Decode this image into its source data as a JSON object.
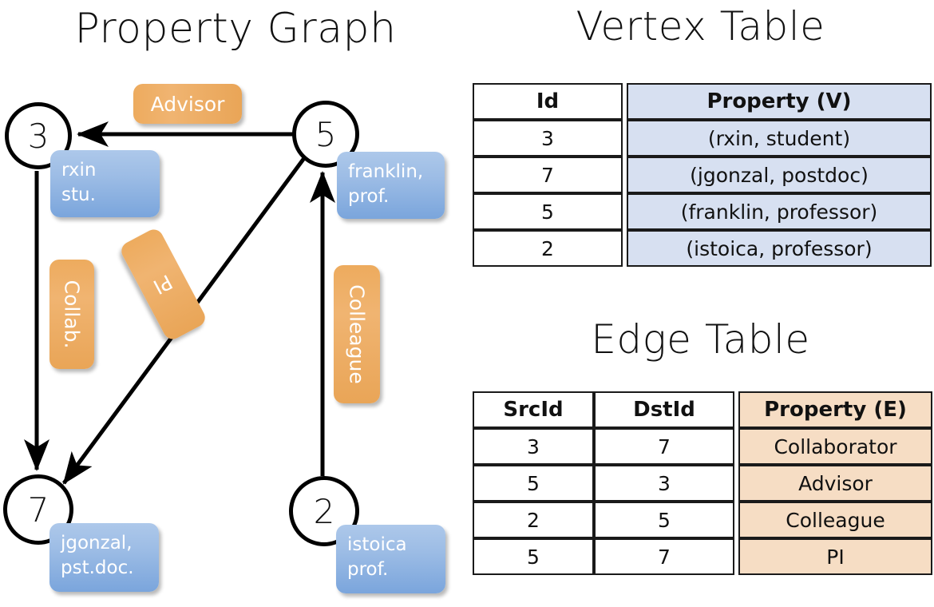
{
  "titles": {
    "graph": "Property Graph",
    "vertex_table": "Vertex Table",
    "edge_table": "Edge Table"
  },
  "graph": {
    "nodes": [
      {
        "id": "3",
        "property_lines": [
          "rxin",
          "stu."
        ]
      },
      {
        "id": "5",
        "property_lines": [
          "franklin,",
          "prof."
        ]
      },
      {
        "id": "7",
        "property_lines": [
          "jgonzal,",
          "pst.doc."
        ]
      },
      {
        "id": "2",
        "property_lines": [
          "istoica",
          "prof."
        ]
      }
    ],
    "edge_labels": [
      {
        "name": "advisor",
        "text": "Advisor"
      },
      {
        "name": "collaborator",
        "text": "Collab."
      },
      {
        "name": "pi",
        "text": "PI"
      },
      {
        "name": "colleague",
        "text": "Colleague"
      }
    ],
    "edges": [
      {
        "src": "5",
        "dst": "3",
        "label": "Advisor"
      },
      {
        "src": "3",
        "dst": "7",
        "label": "Collab."
      },
      {
        "src": "5",
        "dst": "7",
        "label": "PI"
      },
      {
        "src": "2",
        "dst": "5",
        "label": "Colleague"
      }
    ]
  },
  "vertex_table": {
    "headers": [
      "Id",
      "Property (V)"
    ],
    "rows": [
      {
        "id": "3",
        "property": "(rxin, student)"
      },
      {
        "id": "7",
        "property": "(jgonzal, postdoc)"
      },
      {
        "id": "5",
        "property": "(franklin, professor)"
      },
      {
        "id": "2",
        "property": "(istoica, professor)"
      }
    ]
  },
  "edge_table": {
    "headers": [
      "SrcId",
      "DstId",
      "Property (E)"
    ],
    "rows": [
      {
        "src": "3",
        "dst": "7",
        "property": "Collaborator"
      },
      {
        "src": "5",
        "dst": "3",
        "property": "Advisor"
      },
      {
        "src": "2",
        "dst": "5",
        "property": "Colleague"
      },
      {
        "src": "5",
        "dst": "7",
        "property": "PI"
      }
    ]
  },
  "colors": {
    "node_stroke": "#000000",
    "vertex_property_fill": "#8fb4e3",
    "edge_property_fill": "#eeae63",
    "vertex_table_fill": "#d7e0f1",
    "edge_table_fill": "#f6ddc4",
    "background": "#ffffff"
  }
}
